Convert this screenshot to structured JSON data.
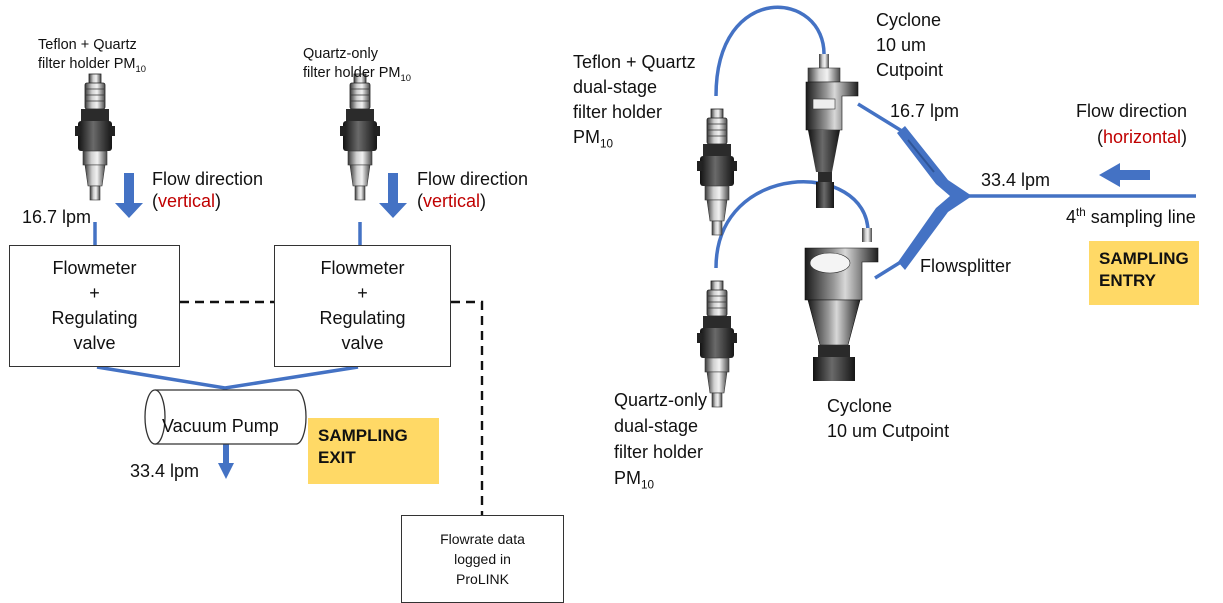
{
  "left": {
    "holder1": {
      "line1": "Teflon + Quartz",
      "line2": "filter holder PM",
      "sub": "10"
    },
    "holder2": {
      "line1": "Quartz-only",
      "line2": "filter holder PM",
      "sub": "10"
    },
    "flow_direction": "Flow direction",
    "vertical": "vertical",
    "flow_rate_in": "16.7 lpm",
    "regulator1": {
      "line1": "Flowmeter",
      "line2": "+",
      "line3": "Regulating",
      "line4": "valve"
    },
    "regulator2": {
      "line1": "Flowmeter",
      "line2": "+",
      "line3": "Regulating",
      "line4": "valve"
    },
    "pump": "Vacuum Pump",
    "flow_rate_out": "33.4 lpm",
    "exit_tag": {
      "line1": "SAMPLING",
      "line2": "EXIT"
    },
    "logger": {
      "line1": "Flowrate data",
      "line2": "logged in",
      "line3": "ProLINK"
    }
  },
  "right": {
    "holder_top": {
      "line1": "Teflon + Quartz",
      "line2": "dual-stage",
      "line3": "filter holder",
      "line4": "PM",
      "sub": "10"
    },
    "holder_bottom": {
      "line1": "Quartz-only",
      "line2": "dual-stage",
      "line3": "filter holder",
      "line4": "PM",
      "sub": "10"
    },
    "cyclone_top": {
      "line1": "Cyclone",
      "line2": "10 um",
      "line3": "Cutpoint"
    },
    "cyclone_bottom": {
      "line1": "Cyclone",
      "line2": "10 um Cutpoint"
    },
    "branch_flow": "16.7 lpm",
    "main_flow": "33.4 lpm",
    "flow_direction": "Flow direction",
    "horizontal": "horizontal",
    "sampling_line_sup": "th",
    "sampling_line_pre": "4",
    "sampling_line_post": " sampling line",
    "flowsplitter": "Flowsplitter",
    "entry_tag": {
      "line1": "SAMPLING",
      "line2": "ENTRY"
    }
  },
  "colors": {
    "line": "#4472c4",
    "arrow": "#4472c4",
    "highlight": "#ffd966",
    "accent_text": "#c00000"
  },
  "icons": [
    "filter-holder-icon",
    "cyclone-icon",
    "flowsplitter-icon",
    "vacuum-pump-icon",
    "arrow-down-icon",
    "arrow-left-icon"
  ]
}
